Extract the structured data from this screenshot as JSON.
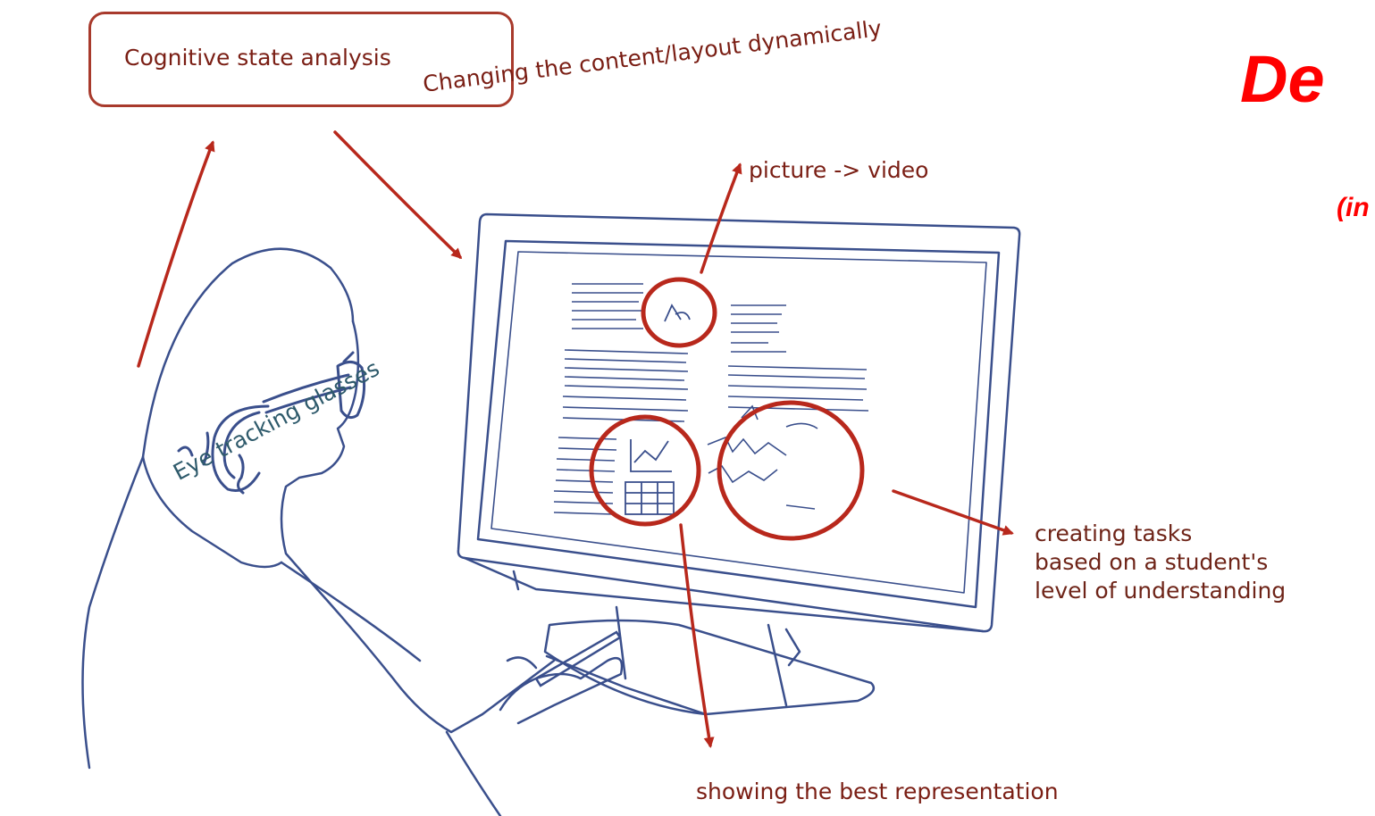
{
  "diagram": {
    "colors": {
      "arrow_red": "#b8281c",
      "sketch_blue": "#3a4f8c",
      "label_red": "#7a1e14",
      "label_teal": "#2e5a6b",
      "title_red": "#ff0000"
    },
    "labels": {
      "cognitive_state_analysis": "Cognitive state analysis",
      "changing_content": "Changing the content/layout dynamically",
      "picture_to_video": "picture -> video",
      "creating_tasks_line1": "creating tasks",
      "creating_tasks_line2": "based on a student's",
      "creating_tasks_line3": "level of understanding",
      "showing_best": "showing the best representation",
      "eye_tracking": "Eye tracking glasses"
    },
    "title": {
      "main": "De",
      "sub": "(in"
    },
    "illustration": "person-wearing-eye-tracking-glasses-at-monitor"
  }
}
